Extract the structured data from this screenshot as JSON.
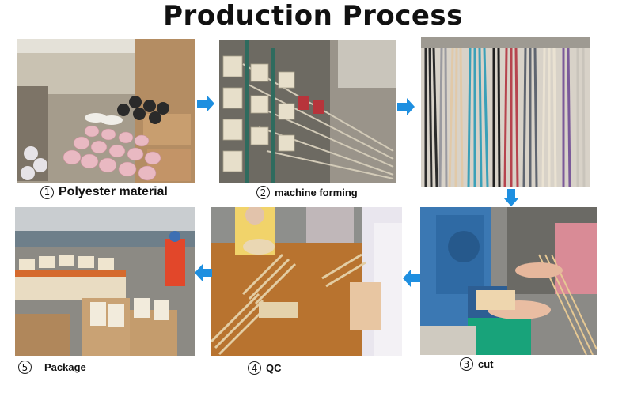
{
  "title": "Production Process",
  "steps": [
    {
      "number": "1",
      "label": "Polyester material"
    },
    {
      "number": "2",
      "label": "machine forming"
    },
    {
      "number": "3",
      "label": "cut"
    },
    {
      "number": "4",
      "label": "QC"
    },
    {
      "number": "5",
      "label": "Package"
    }
  ],
  "photos": {
    "material": "polyester yarn spools in warehouse",
    "forming": "fiber forming machine with yarn bobbins",
    "sticks": "colored reed diffuser sticks hanging",
    "cut": "worker cutting sticks on blue machine",
    "qc": "workers inspecting sticks at table",
    "package": "packing bundles of sticks into cartons"
  },
  "colors": {
    "arrow": "#1e8fe0",
    "title": "#111111"
  }
}
